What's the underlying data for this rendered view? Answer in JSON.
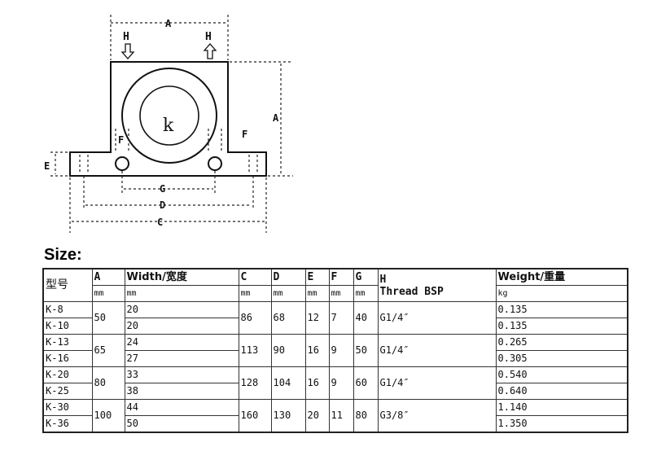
{
  "diagram": {
    "label_A_top": "A",
    "label_A_side": "A",
    "label_H_left": "H",
    "label_H_right": "H",
    "label_k": "k",
    "label_F_left": "F",
    "label_F_right": "F",
    "label_E": "E",
    "label_G": "G",
    "label_D": "D",
    "label_C": "C"
  },
  "size_label": "Size:",
  "table": {
    "headers": {
      "model": "型号",
      "a": "A",
      "width": "Width/宽度",
      "c": "C",
      "d": "D",
      "e": "E",
      "f": "F",
      "g": "G",
      "h_top": "H",
      "h_bottom": "Thread BSP",
      "weight": "Weight/重量"
    },
    "units": {
      "a": "mm",
      "width": "mm",
      "c": "mm",
      "d": "mm",
      "e": "mm",
      "f": "mm",
      "g": "mm",
      "weight": "kg"
    },
    "groups": [
      {
        "a": "50",
        "c": "86",
        "d": "68",
        "e": "12",
        "f": "7",
        "g": "40",
        "h": "G1/4″",
        "rows": [
          {
            "model": "K-8",
            "width": "20",
            "weight": "0.135"
          },
          {
            "model": "K-10",
            "width": "20",
            "weight": "0.135"
          }
        ]
      },
      {
        "a": "65",
        "c": "113",
        "d": "90",
        "e": "16",
        "f": "9",
        "g": "50",
        "h": "G1/4″",
        "rows": [
          {
            "model": "K-13",
            "width": "24",
            "weight": "0.265"
          },
          {
            "model": "K-16",
            "width": "27",
            "weight": "0.305"
          }
        ]
      },
      {
        "a": "80",
        "c": "128",
        "d": "104",
        "e": "16",
        "f": "9",
        "g": "60",
        "h": "G1/4″",
        "rows": [
          {
            "model": "K-20",
            "width": "33",
            "weight": "0.540"
          },
          {
            "model": "K-25",
            "width": "38",
            "weight": "0.640"
          }
        ]
      },
      {
        "a": "100",
        "c": "160",
        "d": "130",
        "e": "20",
        "f": "11",
        "g": "80",
        "h": "G3/8″",
        "rows": [
          {
            "model": "K-30",
            "width": "44",
            "weight": "1.140"
          },
          {
            "model": "K-36",
            "width": "50",
            "weight": "1.350"
          }
        ]
      }
    ]
  }
}
